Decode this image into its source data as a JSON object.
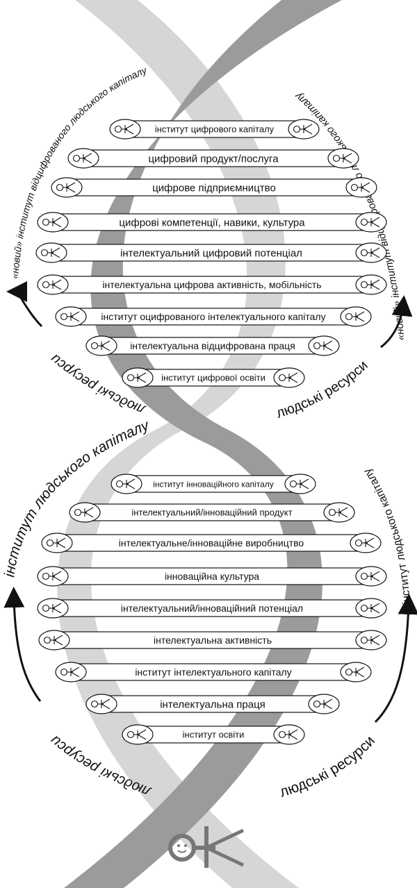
{
  "colors": {
    "dark_strand": "#9b9b9b",
    "light_strand": "#d6d6d6",
    "ink": "#111111"
  },
  "icon": "person-figure-icon",
  "upper": {
    "title_left": "«новий» інститут відцифрованого людського капіталу",
    "title_right": "«новий» інститут відцифрованого людського капіталу",
    "resources_left": "людські ресурси",
    "resources_right": "людські ресурси",
    "rungs": [
      "інститут цифрового капіталу",
      "цифровий продукт/послуга",
      "цифрове підприємництво",
      "цифрові компетенції, навики, культура",
      "інтелектуальний цифровий потенціал",
      "інтелектуальна цифрова активність, мобільність",
      "інститут оцифрованого інтелектуального капіталу",
      "інтелектуальна відцифрована праця",
      "інститут цифрової освіти"
    ]
  },
  "lower": {
    "title_left": "інститут людського капіталу",
    "title_right": "інститут людського капіталу",
    "resources_left": "людські ресурси",
    "resources_right": "людські ресурси",
    "rungs": [
      "інститут інноваційного капіталу",
      "інтелектуальний/інноваційний продукт",
      "інтелектуальне/інноваційне виробництво",
      "інноваційна культура",
      "інтелектуальний/інноваційний потенціал",
      "інтелектуальна активність",
      "інститут інтелектуального капіталу",
      "інтелектуальна праця",
      "інститут освіти"
    ]
  }
}
